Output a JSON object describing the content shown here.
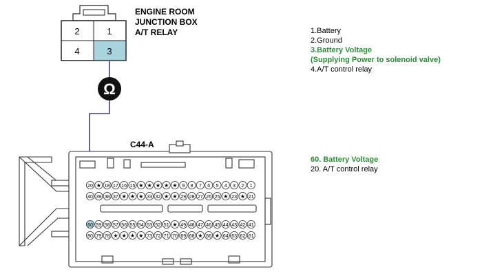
{
  "relay": {
    "title_lines": [
      "ENGINE ROOM",
      "JUNCTION BOX",
      "A/T RELAY"
    ],
    "pins": [
      "2",
      "1",
      "4",
      "3"
    ]
  },
  "legend_top": {
    "items": [
      "1.Battery",
      "2.Ground",
      "3.Battery Voltage",
      "(Supplying Power to solenoid valve)",
      "4.A/T control relay"
    ]
  },
  "meter": {
    "symbol": "Ω"
  },
  "connector": {
    "label": "C44-A",
    "row1": [
      "20",
      "★",
      "18",
      "17",
      "16",
      "15",
      "★",
      "★",
      "★",
      "★",
      "★",
      "9",
      "8",
      "7",
      "6",
      "5",
      "4",
      "3",
      "2",
      "1"
    ],
    "row2": [
      "40",
      "39",
      "38",
      "37",
      "★",
      "★",
      "★",
      "33",
      "32",
      "★",
      "★",
      "29",
      "28",
      "27",
      "26",
      "25",
      "★",
      "23",
      "★",
      "21"
    ],
    "row3": [
      "60",
      "59",
      "58",
      "57",
      "56",
      "55",
      "54",
      "53",
      "52",
      "51",
      "★",
      "49",
      "48",
      "47",
      "46",
      "45",
      "44",
      "43",
      "42",
      "41"
    ],
    "row4": [
      "80",
      "79",
      "78",
      "★",
      "★",
      "★",
      "★",
      "73",
      "72",
      "71",
      "70",
      "69",
      "68",
      "★",
      "66",
      "★",
      "64",
      "63",
      "62",
      "61"
    ]
  },
  "legend_bottom": {
    "items": [
      "60. Battery Voltage",
      "20. A/T control relay"
    ]
  },
  "colors": {
    "highlight_pin": "#a9d3de",
    "wire": "#3a3a9a",
    "legend_highlight": "#2e8b3a"
  }
}
